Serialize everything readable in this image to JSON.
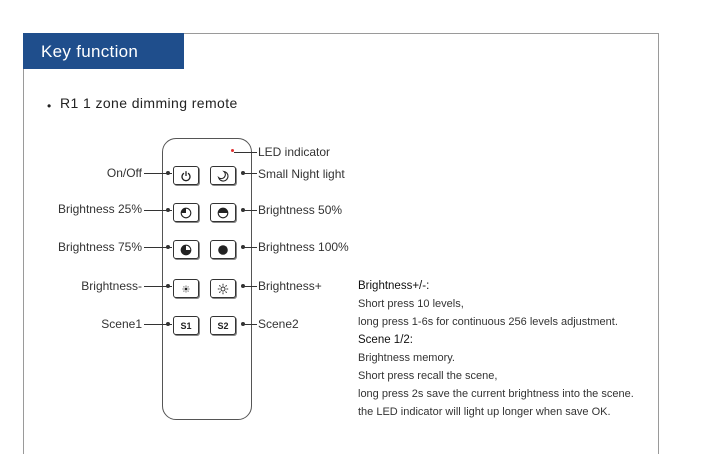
{
  "header": {
    "title": "Key function"
  },
  "section": {
    "bullet": "•",
    "title": "R1   1 zone dimming remote"
  },
  "remote": {
    "led_label": "LED indicator",
    "buttons": [
      {
        "left_label": "On/Off",
        "right_label": "Small Night light",
        "left_icon": "power-icon",
        "right_icon": "moon-icon"
      },
      {
        "left_label": "Brightness 25%",
        "right_label": "Brightness 50%",
        "left_icon": "quarter-brightness-icon",
        "right_icon": "half-brightness-icon"
      },
      {
        "left_label": "Brightness 75%",
        "right_label": "Brightness 100%",
        "left_icon": "three-quarter-brightness-icon",
        "right_icon": "full-brightness-icon"
      },
      {
        "left_label": "Brightness-",
        "right_label": "Brightness+",
        "left_icon": "brightness-down-icon",
        "right_icon": "brightness-up-icon"
      },
      {
        "left_label": "Scene1",
        "right_label": "Scene2",
        "left_key": "S1",
        "right_key": "S2"
      }
    ]
  },
  "description": {
    "brightness_head": "Brightness+/-:",
    "brightness_lines": [
      "Short press 10 levels,",
      "long press 1-6s for continuous 256 levels adjustment."
    ],
    "scene_head": "Scene 1/2:",
    "scene_lines": [
      "Brightness memory.",
      "Short press recall the scene,",
      "long press 2s save the current brightness into the scene.",
      "the LED indicator will light up longer when save OK."
    ]
  },
  "colors": {
    "header_bg": "#1f4e8c",
    "led": "#e03030"
  }
}
